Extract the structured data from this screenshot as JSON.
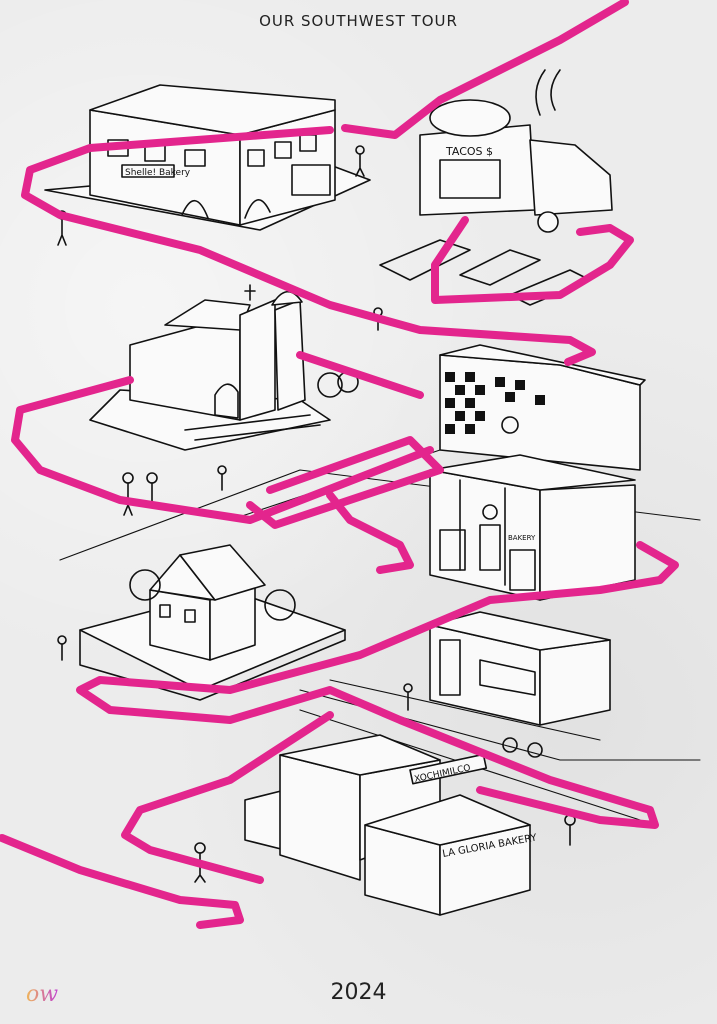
{
  "title": "OUR SOUTHWEST TOUR",
  "year": "2024",
  "logo": "ow",
  "route_color": "#e3258d",
  "signs": {
    "bakery_top": "Shelle! Bakery",
    "taco_truck": "TACOS $",
    "mid_bakery": "BAKERY",
    "xochimilco": "XOCHIMILCO",
    "la_gloria": "LA GLORIA BAKERY"
  }
}
